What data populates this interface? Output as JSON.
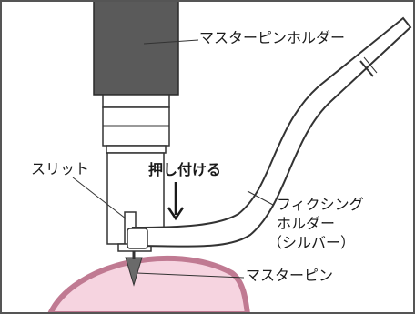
{
  "labels": {
    "master_pin_holder": "マスターピンホルダー",
    "slit": "スリット",
    "press": "押し付ける",
    "fixing_holder_line1": "フィクシング",
    "fixing_holder_line2": "ホルダー",
    "fixing_holder_line3": "（シルバー）",
    "master_pin": "マスターピン"
  },
  "colors": {
    "frame": "#555555",
    "holder_dark": "#5a5a5a",
    "holder_body": "#ffffff",
    "pink_fill": "#f6d4e0",
    "pink_edge": "#c07a92",
    "pin": "#6a6a6a",
    "text": "#1a1a1a"
  },
  "icons": {
    "press_arrow": "down-arrow-icon"
  }
}
